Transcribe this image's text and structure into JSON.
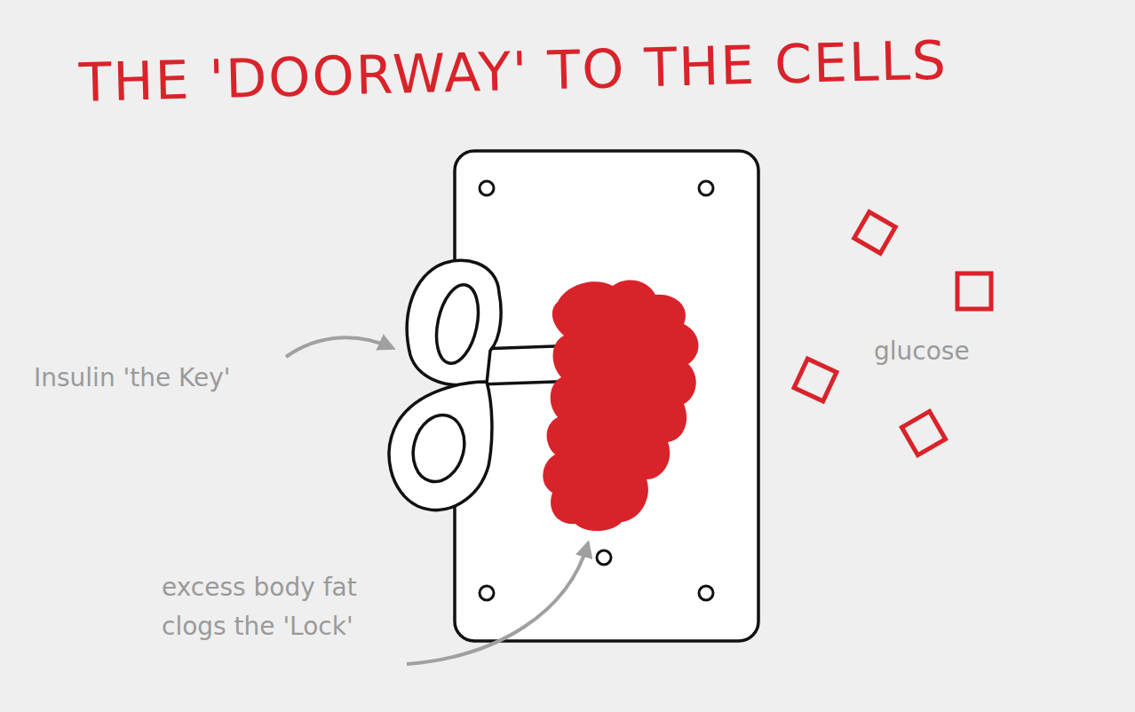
{
  "diagram": {
    "title": "THE 'DOORWAY' TO THE CELLS",
    "labels": [
      "Insulin 'the Key'",
      "glucose",
      "excess body fat clogs the 'Lock'"
    ]
  }
}
